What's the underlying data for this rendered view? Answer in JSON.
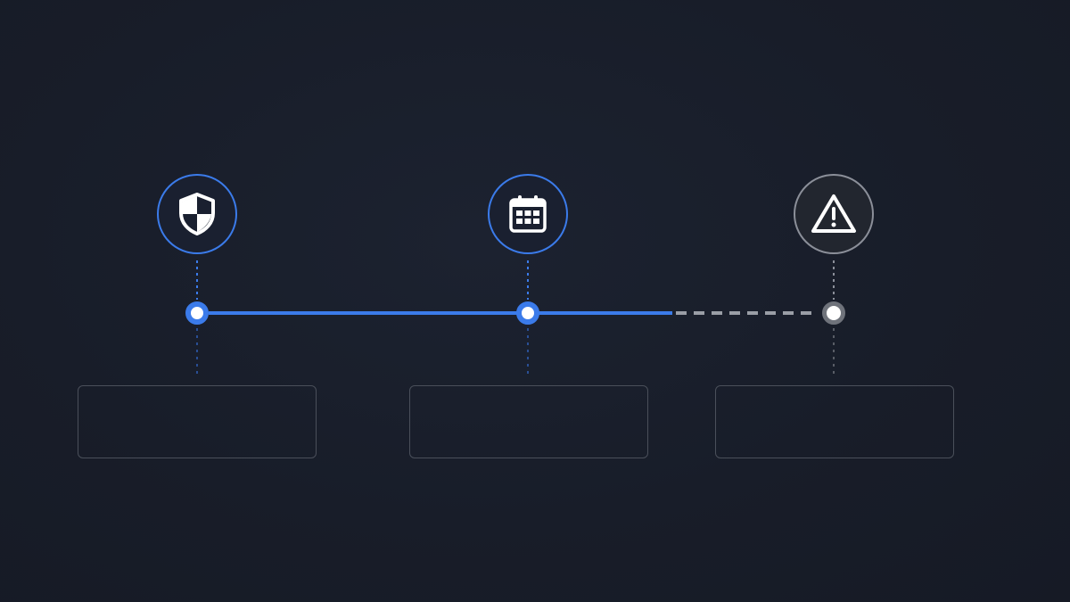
{
  "diagram": {
    "type": "timeline",
    "steps": [
      {
        "id": "step-1",
        "icon": "shield-icon",
        "status": "done"
      },
      {
        "id": "step-2",
        "icon": "calendar-icon",
        "status": "done"
      },
      {
        "id": "step-3",
        "icon": "warning-icon",
        "status": "pending"
      }
    ]
  },
  "colors": {
    "background": "#181d29",
    "accent": "#3b7bea",
    "pending": "#8b8f99",
    "card_border": "#4a4f5a"
  }
}
